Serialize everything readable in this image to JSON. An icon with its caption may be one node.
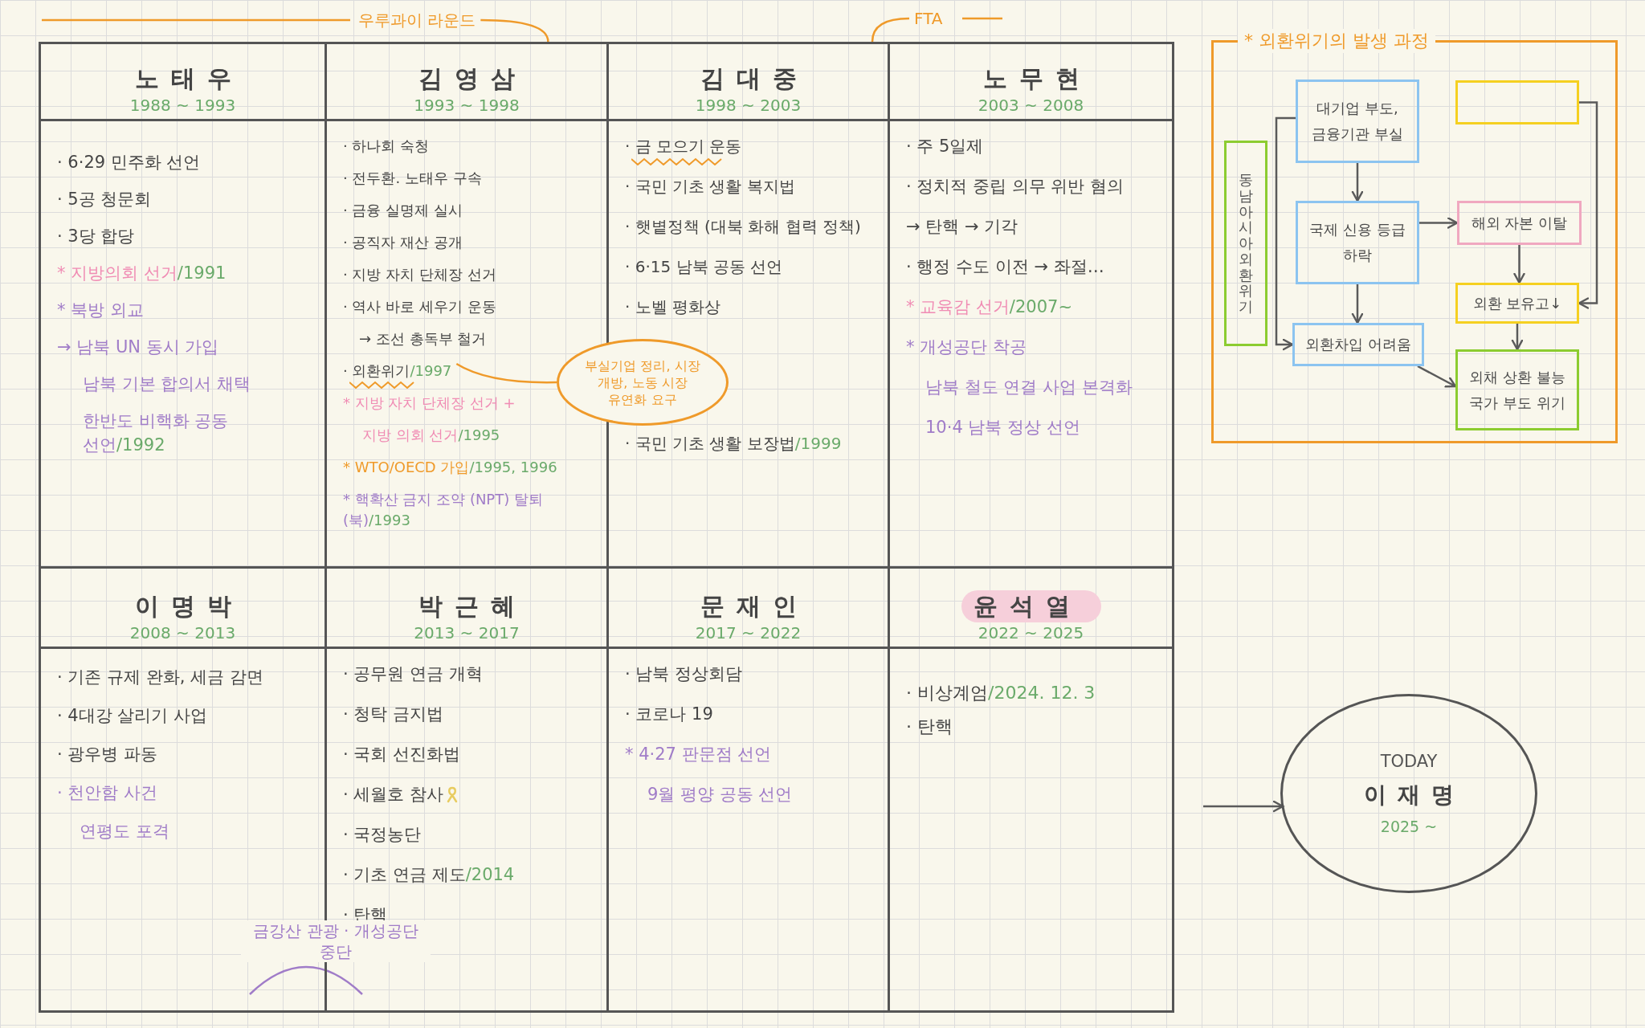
{
  "diagram": {
    "nodes": [
      {
        "text": [
          "노태우",
          "1988 ~ 1993",
          "· 6·29 민주화 선언",
          "· 5공 청문회",
          "· 3당 합당",
          "* 지방의회 선거/1991",
          "* 북방 외교",
          "→ 남북 UN 동시 가입",
          "남북 기본 합의서 채택",
          "한반도 비핵화 공동 선언/1992"
        ]
      },
      {
        "text": [
          "김영삼",
          "1993 ~ 1998",
          "· 하나회 숙청",
          "· 전두환. 노태우 구속",
          "· 금융 실명제 실시",
          "· 공직자 재산 공개",
          "· 지방 자치 단체장 선거",
          "· 역사 바로 세우기 운동",
          "→ 조선 총독부 철거",
          "· 외환위기/1997",
          "* 지방 자치 단체장 선거 +",
          "지방 의회 선거/1995",
          "* WTO/OECD 가입/1995, 1996",
          "* 핵확산 금지 조약 (NPT) 탈퇴(북)/1993"
        ]
      },
      {
        "text": [
          "김대중",
          "1998 ~ 2003",
          "· 금 모으기 운동",
          "· 국민 기초 생활 복지법",
          "· 햇볕정책 (대북 화해 협력 정책)",
          "· 6·15 남북 공동 선언",
          "· 노벨 평화상",
          "· 국민 기초 생활 보장법/1999"
        ]
      },
      {
        "text": [
          "노무현",
          "2003 ~ 2008",
          "· 주 5일제",
          "· 정치적 중립 의무 위반 혐의",
          "→ 탄핵 → 기각",
          "· 행정 수도 이전 → 좌절…",
          "* 교육감 선거/2007~",
          "* 개성공단 착공",
          "남북 철도 연결 사업 본격화",
          "10·4 남북 정상 선언"
        ]
      },
      {
        "text": [
          "이명박",
          "2008 ~ 2013",
          "· 기존 규제 완화, 세금 감면",
          "· 4대강 살리기 사업",
          "· 광우병 파동",
          "· 천안함 사건",
          "연평도 포격"
        ]
      },
      {
        "text": [
          "박근혜",
          "2013 ~ 2017",
          "· 공무원 연금 개혁",
          "· 청탁 금지법",
          "· 국회 선진화법",
          "· 세월호 참사",
          "· 국정농단",
          "· 기초 연금 제도/2014",
          "· 탄핵"
        ]
      },
      {
        "text": [
          "문재인",
          "2017 ~ 2022",
          "· 남북 정상회담",
          "· 코로나 19",
          "* 4·27 판문점 선언",
          "9월 평양 공동 선언"
        ]
      },
      {
        "text": [
          "윤석열",
          "2022 ~ 2025",
          "· 비상계엄/2024. 12. 3",
          "· 탄핵"
        ]
      },
      {
        "text": [
          "부실기업 정리, 시장 개방, 노동 시장 유연화 요구"
        ]
      },
      {
        "text": [
          "우루과이 라운드"
        ]
      },
      {
        "text": [
          "FTA"
        ]
      },
      {
        "text": [
          "* 외환위기의 발생 과정"
        ]
      },
      {
        "text": [
          "동남아시아 외환 위기"
        ],
        "in": 11
      },
      {
        "text": [
          "대기업 부도, 금융기관 부실"
        ],
        "in": 11
      },
      {
        "text": [],
        "shape": "box",
        "in": 11
      },
      {
        "text": [
          "국제 신용 등급 하락"
        ],
        "in": 11
      },
      {
        "text": [
          "해외 자본 이탈"
        ],
        "in": 11
      },
      {
        "text": [
          "외환 보유고↓"
        ],
        "in": 11
      },
      {
        "text": [
          "외환차입 어려움"
        ],
        "in": 11
      },
      {
        "text": [
          "외채 상환 불능 국가 부도 위기"
        ],
        "in": 11
      },
      {
        "text": [
          "TODAY",
          "이재명",
          "2025 ~"
        ]
      }
    ],
    "edges": [
      {
        "from": 8,
        "to": 1,
        "arrow": "none",
        "color": "#ef9a2a"
      },
      {
        "from": 9,
        "to": 1,
        "arrow": "none",
        "color": "#ef9a2a"
      },
      {
        "from": 10,
        "to": 2,
        "arrow": "none",
        "color": "#ef9a2a"
      },
      {
        "from": 13,
        "to": 15,
        "arrow": "to"
      },
      {
        "from": 15,
        "to": 18,
        "arrow": "to"
      },
      {
        "from": 13,
        "to": 18,
        "arrow": "to"
      },
      {
        "from": 15,
        "to": 16,
        "arrow": "to"
      },
      {
        "from": 14,
        "to": 17,
        "arrow": "to"
      },
      {
        "from": 16,
        "to": 17,
        "arrow": "to"
      },
      {
        "from": 17,
        "to": 19,
        "arrow": "to"
      },
      {
        "from": 18,
        "to": 19,
        "arrow": "to"
      },
      {
        "from": null,
        "to": 20,
        "arrow": "to"
      }
    ],
    "labels": [
      "금강산 관광 · 개성공단 중단"
    ]
  }
}
